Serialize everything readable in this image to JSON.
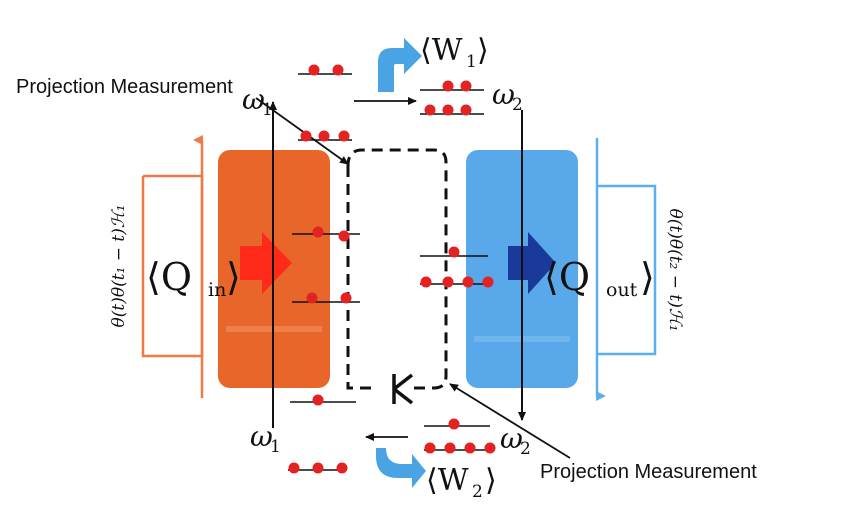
{
  "labels": {
    "projection_top": "Projection Measurement",
    "projection_bottom": "Projection Measurement",
    "omega1_top": "ω",
    "omega1_top_sub": "1",
    "omega1_bottom": "ω",
    "omega1_bottom_sub": "1",
    "omega2_top": "ω",
    "omega2_top_sub": "2",
    "omega2_bottom": "ω",
    "omega2_bottom_sub": "2",
    "work1_open": "⟨W",
    "work1_sub": "1",
    "work1_close": "⟩",
    "work2_open": "⟨W",
    "work2_sub": "2",
    "work2_close": "⟩",
    "q_in_open": "⟨Q",
    "q_in_sub": "in",
    "q_in_close": "⟩",
    "q_out_open": "⟨Q",
    "q_out_sub": "out",
    "q_out_close": "⟩",
    "coupling_left": "θ(t)θ(t₁ − t)ℋ₁",
    "coupling_right": "θ(t)θ(t₂ − t)ℋ₁"
  },
  "colors": {
    "hot_bath": "#e8662a",
    "hot_arrow": "#ff2a1a",
    "cold_bath": "#59a9ea",
    "cold_arrow": "#1a3a9a",
    "particle": "#e32222",
    "work_arrow": "#4aa4e4",
    "hot_bracket": "#f07a45",
    "cold_bracket": "#5ab0ef"
  },
  "icons": {
    "work_out_arrow": "curved-up-right-arrow-icon",
    "work_in_arrow": "curved-down-arrow-icon",
    "piston_valve": "valve-icon"
  }
}
